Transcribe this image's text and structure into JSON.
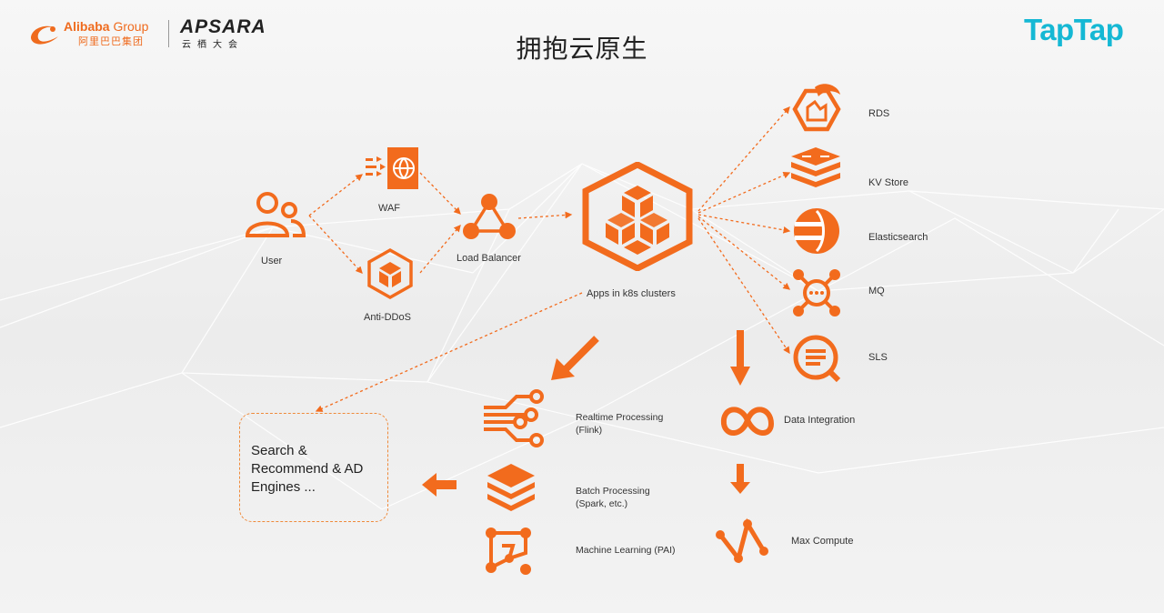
{
  "header": {
    "title": "拥抱云原生",
    "alibaba_en": "Alibaba",
    "alibaba_group": "Group",
    "alibaba_cn": "阿里巴巴集团",
    "apsara": "APSARA",
    "apsara_cn": "云栖大会",
    "taptap": "TapTap"
  },
  "nodes": {
    "user": "User",
    "waf": "WAF",
    "anti_ddos": "Anti-DDoS",
    "load_balancer": "Load Balancer",
    "apps": "Apps in k8s clusters",
    "rds": "RDS",
    "kv_store": "KV Store",
    "elasticsearch": "Elasticsearch",
    "mq": "MQ",
    "sls": "SLS",
    "realtime_1": "Realtime Processing",
    "realtime_2": "(Flink)",
    "batch_1": "Batch Processing",
    "batch_2": "(Spark, etc.)",
    "ml": "Machine Learning (PAI)",
    "data_integration": "Data Integration",
    "max_compute": "Max Compute",
    "engines": "Search &\nRecommend & AD\nEngines ..."
  },
  "colors": {
    "accent": "#f26b1d",
    "taptap": "#15b8d4",
    "text": "#333333"
  }
}
